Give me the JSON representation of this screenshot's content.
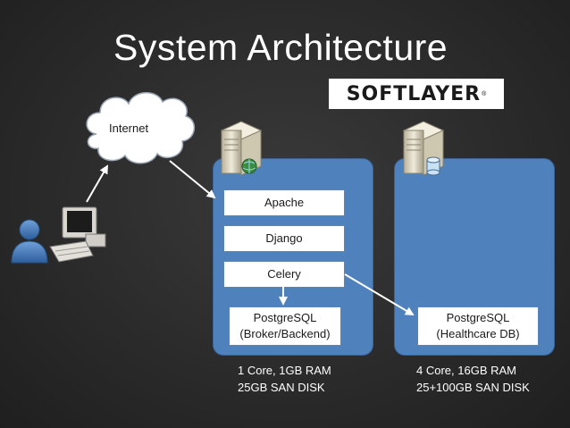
{
  "title": "System Architecture",
  "logo": {
    "text": "SOFTLAYER",
    "mark": "®"
  },
  "internet_label": "Internet",
  "web_server": {
    "services": [
      "Apache",
      "Django",
      "Celery"
    ],
    "db": {
      "line1": "PostgreSQL",
      "line2": "(Broker/Backend)"
    },
    "spec": {
      "line1": "1 Core, 1GB RAM",
      "line2": "25GB SAN DISK"
    }
  },
  "db_server": {
    "db": {
      "line1": "PostgreSQL",
      "line2": "(Healthcare DB)"
    },
    "spec": {
      "line1": "4 Core, 16GB RAM",
      "line2": "25+100GB SAN DISK"
    }
  },
  "colors": {
    "panel": "#4f81bd",
    "background": "#2b2b2b",
    "arrow": "#ffffff"
  },
  "icons": [
    "user-icon",
    "computer-icon",
    "cloud-icon",
    "web-server-icon",
    "database-server-icon"
  ]
}
